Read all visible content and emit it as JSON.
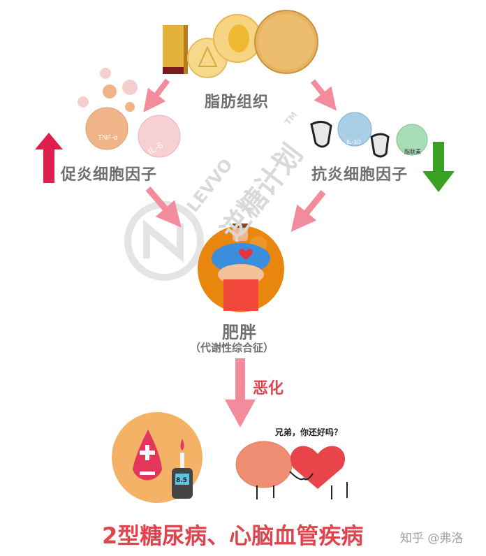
{
  "nodes": {
    "adipose_tissue": {
      "label": "脂肪组织"
    },
    "pro_inflammatory": {
      "label": "促炎细胞因子",
      "trend": "up",
      "cells": [
        "TNF-α",
        "IL-6"
      ]
    },
    "anti_inflammatory": {
      "label": "抗炎细胞因子",
      "trend": "down",
      "cells": [
        "IL-10",
        "脂联素"
      ]
    },
    "obesity": {
      "label": "肥胖",
      "sublabel": "（代谢性综合征）"
    },
    "worsen": {
      "label": "恶化"
    },
    "outcome": {
      "label": "2型糖尿病、心脑血管疾病",
      "speech": "兄弟，你还好吗？",
      "meter_value": "8.5"
    }
  },
  "watermark": {
    "brand": "LEVVO",
    "text": "逆糖计划",
    "tm": "TM"
  },
  "credit": "知乎 @弗洛",
  "colors": {
    "arrow_pink": "#f28b9b",
    "arrow_up_red": "#e01f4e",
    "arrow_down_green": "#3aa222",
    "title_gray": "#6f6f6f",
    "outcome_red": "#e0444f",
    "obesity_orange": "#e8860e",
    "diabetes_circle": "#f3b266"
  }
}
